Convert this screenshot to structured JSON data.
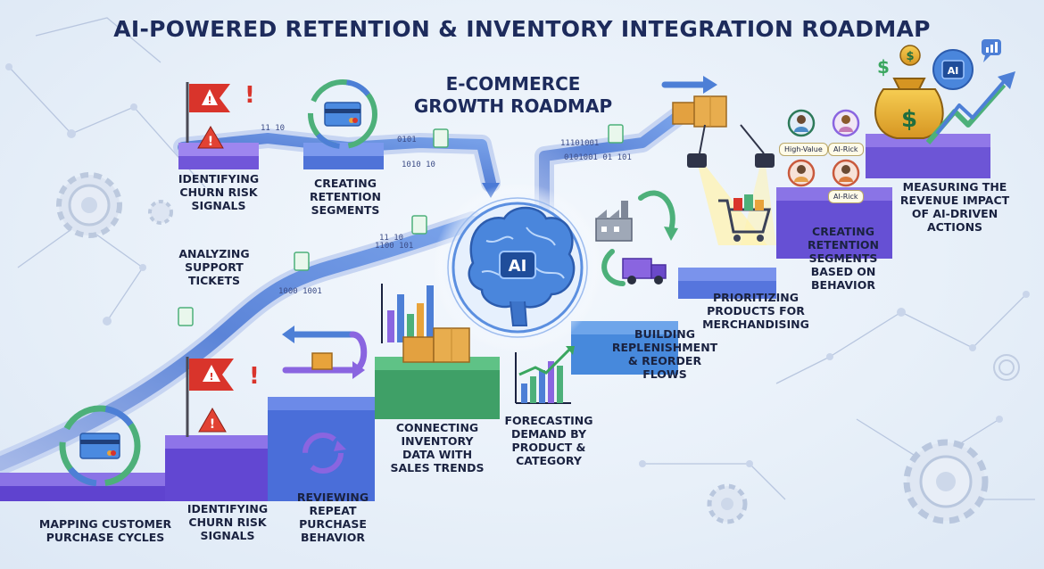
{
  "title": "AI-POWERED RETENTION & INVENTORY INTEGRATION ROADMAP",
  "subtitle": "E-COMMERCE\nGROWTH ROADMAP",
  "center_badge": "AI",
  "corner_badge": "AI",
  "steps": {
    "mapping_cycles": "MAPPING CUSTOMER\nPURCHASE CYCLES",
    "churn_signals_lower": "IDENTIFYING\nCHURN RISK\nSIGNALS",
    "repeat_behavior": "REVIEWING\nREPEAT\nPURCHASE\nBEHAVIOR",
    "inventory_sales": "CONNECTING\nINVENTORY\nDATA WITH\nSALES TRENDS",
    "forecasting": "FORECASTING\nDEMAND BY\nPRODUCT &\nCATEGORY",
    "replenishment": "BUILDING\nREPLENISHMENT\n& REORDER\nFLOWS",
    "merchandising": "PRIORITIZING\nPRODUCTS FOR\nMERCHANDISING",
    "segments_behavior": "CREATING\nRETENTION\nSEGMENTS\nBASED ON\nBEHAVIOR",
    "revenue_impact": "MEASURING THE\nREVENUE IMPACT\nOF AI-DRIVEN\nACTIONS",
    "churn_signals_upper": "IDENTIFYING\nCHURN RISK\nSIGNALS",
    "retention_segments": "CREATING\nRETENTION\nSEGMENTS",
    "support_tickets": "ANALYZING\nSUPPORT\nTICKETS"
  },
  "tags": {
    "high_value": "High-Value",
    "at_risk_1": "AI-Rick",
    "at_risk_2": "AI-Rick"
  },
  "binary": {
    "b1": "11 10",
    "b2": "0101",
    "b3": "0101001 01 101",
    "b4": "11101001",
    "b5": "1010 10",
    "b6": "1100 101",
    "b7": "1000 1001",
    "b8": "11 10"
  },
  "colors": {
    "title": "#1d2b5c",
    "stair_purple": "#6b4bd8",
    "stair_blue": "#3f6fd6",
    "stair_green": "#4aa86b",
    "brain": "#3f7fd9",
    "alert_red": "#d9342b"
  }
}
